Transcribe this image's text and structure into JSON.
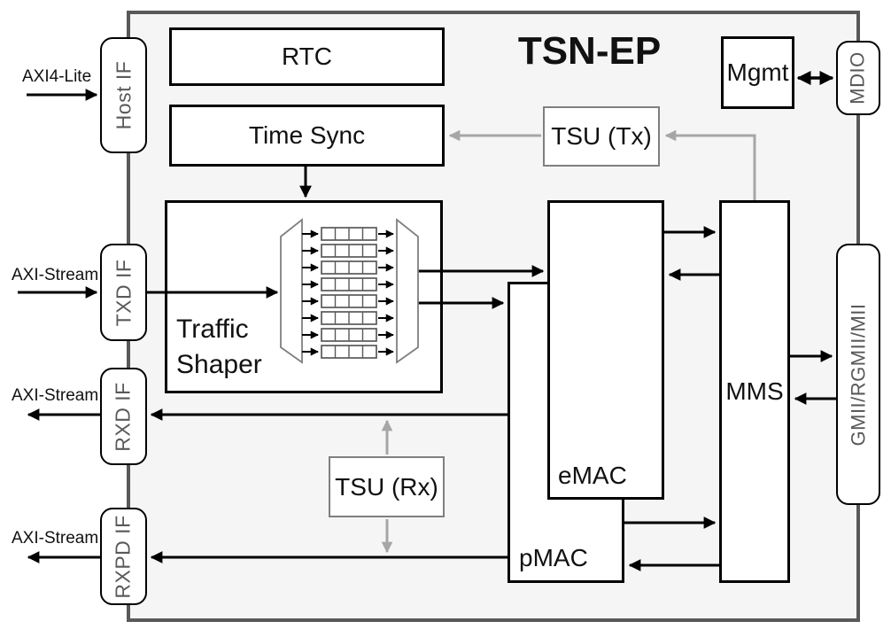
{
  "diagram": {
    "title": "TSN-EP",
    "blocks": {
      "rtc": "RTC",
      "time_sync": "Time Sync",
      "traffic_shaper": "Traffic\nShaper",
      "tsu_tx": "TSU (Tx)",
      "tsu_rx": "TSU (Rx)",
      "emac": "eMAC",
      "pmac": "pMAC",
      "mms": "MMS",
      "mgmt": "Mgmt"
    },
    "ports": {
      "host_if": "Host IF",
      "txd_if": "TXD IF",
      "rxd_if": "RXD IF",
      "rxpd_if": "RXPD IF",
      "mdio": "MDIO",
      "gmii": "GMII/RGMII/MII"
    },
    "external_labels": {
      "axi4_lite": "AXI4-Lite",
      "axi_stream_txd": "AXI-Stream",
      "axi_stream_rxd": "AXI-Stream",
      "axi_stream_rxpd": "AXI-Stream"
    },
    "traffic_shaper_detail": {
      "queue_count": 8,
      "cells_per_queue": 4
    },
    "colors": {
      "black": "#000000",
      "gray_line": "#a6a6a6",
      "gray_text": "#595959",
      "gray_box_border": "#7f7f7f",
      "outer_border": "#595959",
      "canvas_fill": "#f5f5f5"
    }
  }
}
